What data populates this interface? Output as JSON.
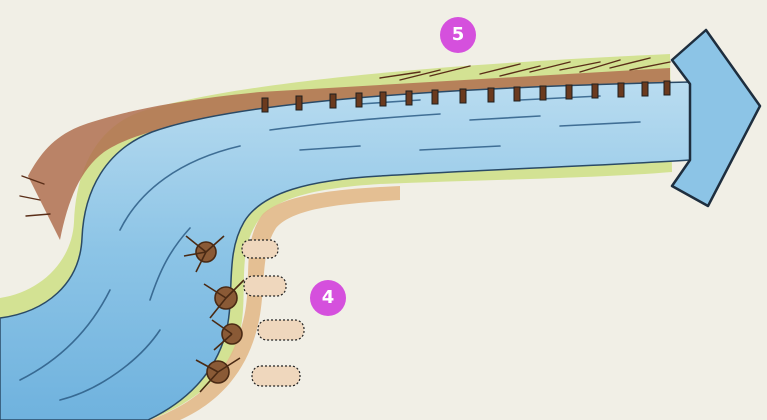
{
  "markers": [
    {
      "label": "5",
      "meaning": "log-and-stake-bank-protection"
    },
    {
      "label": "4",
      "meaning": "rootwad-bank-protection"
    }
  ],
  "colors": {
    "background": "#ffffff",
    "paper": "#f1efe6",
    "water": "#8cc4e6",
    "water_deep": "#5ea6d6",
    "water_light": "#c4e2f2",
    "bank_green": "#c9dc7a",
    "bank_brown": "#b07050",
    "marker": "#d550dd",
    "ink": "#222222"
  },
  "icons": [
    "flow-arrow-icon"
  ]
}
